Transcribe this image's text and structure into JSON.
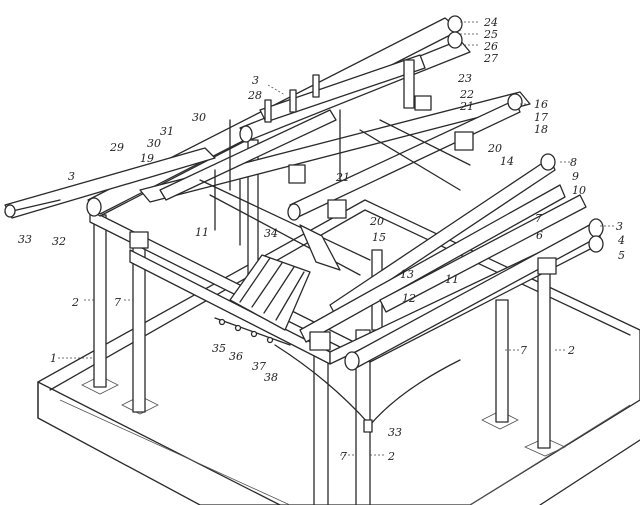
{
  "labels": [
    {
      "id": "l24a",
      "text": "24"
    },
    {
      "id": "l25",
      "text": "25"
    },
    {
      "id": "l26",
      "text": "26"
    },
    {
      "id": "l27",
      "text": "27"
    },
    {
      "id": "l3a",
      "text": "3"
    },
    {
      "id": "l28",
      "text": "28"
    },
    {
      "id": "l23",
      "text": "23"
    },
    {
      "id": "l22",
      "text": "22"
    },
    {
      "id": "l21a",
      "text": "21"
    },
    {
      "id": "l16",
      "text": "16"
    },
    {
      "id": "l17",
      "text": "17"
    },
    {
      "id": "l18",
      "text": "18"
    },
    {
      "id": "l30a",
      "text": "30"
    },
    {
      "id": "l31",
      "text": "31"
    },
    {
      "id": "l30b",
      "text": "30"
    },
    {
      "id": "l29",
      "text": "29"
    },
    {
      "id": "l19",
      "text": "19"
    },
    {
      "id": "l20a",
      "text": "20"
    },
    {
      "id": "l14",
      "text": "14"
    },
    {
      "id": "l8",
      "text": "8"
    },
    {
      "id": "l9",
      "text": "9"
    },
    {
      "id": "l10",
      "text": "10"
    },
    {
      "id": "l3b",
      "text": "3"
    },
    {
      "id": "l21b",
      "text": "21"
    },
    {
      "id": "l33a",
      "text": "33"
    },
    {
      "id": "l32",
      "text": "32"
    },
    {
      "id": "l11a",
      "text": "11"
    },
    {
      "id": "l34",
      "text": "34"
    },
    {
      "id": "l20b",
      "text": "20"
    },
    {
      "id": "l15",
      "text": "15"
    },
    {
      "id": "l7a",
      "text": "7"
    },
    {
      "id": "l6",
      "text": "6"
    },
    {
      "id": "l3c",
      "text": "3"
    },
    {
      "id": "l4",
      "text": "4"
    },
    {
      "id": "l5",
      "text": "5"
    },
    {
      "id": "l13",
      "text": "13"
    },
    {
      "id": "l11b",
      "text": "11"
    },
    {
      "id": "l12",
      "text": "12"
    },
    {
      "id": "l2a",
      "text": "2"
    },
    {
      "id": "l7b",
      "text": "7"
    },
    {
      "id": "l1",
      "text": "1"
    },
    {
      "id": "l35",
      "text": "35"
    },
    {
      "id": "l36",
      "text": "36"
    },
    {
      "id": "l37",
      "text": "37"
    },
    {
      "id": "l38",
      "text": "38"
    },
    {
      "id": "l7c",
      "text": "7"
    },
    {
      "id": "l2b",
      "text": "2"
    },
    {
      "id": "l33b",
      "text": "33"
    },
    {
      "id": "l7d",
      "text": "7"
    },
    {
      "id": "l2c",
      "text": "2"
    }
  ]
}
